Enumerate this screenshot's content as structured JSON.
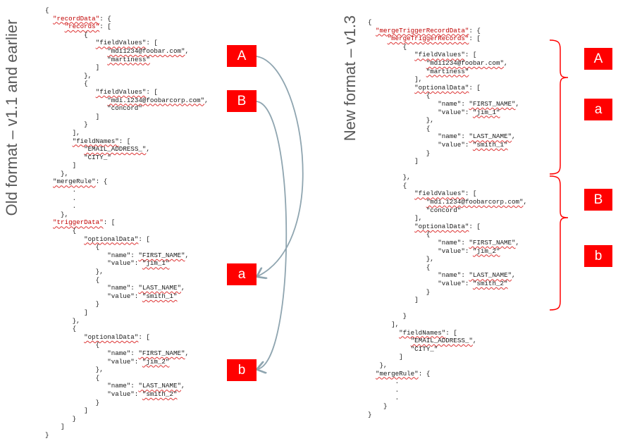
{
  "left_title": "Old format – v1.1 and earlier",
  "right_title": "New format – v1.3",
  "left_code": [
    {
      "pre": "{",
      "key": ""
    },
    {
      "pre": "  ",
      "key": "\"recordData\"",
      "post": ": {",
      "red": true
    },
    {
      "pre": "     ",
      "key": "\"records\"",
      "post": ": [",
      "red": true
    },
    {
      "pre": "          {",
      "key": ""
    },
    {
      "pre": "             ",
      "key": "\"fieldValues\"",
      "post": ": ["
    },
    {
      "pre": "                ",
      "key": "\"mdi1234@foobar.com\"",
      "post": ","
    },
    {
      "pre": "                ",
      "key": "\"martiness\"",
      "post": ""
    },
    {
      "pre": "             ]",
      "key": ""
    },
    {
      "pre": "          },",
      "key": ""
    },
    {
      "pre": "          {",
      "key": ""
    },
    {
      "pre": "             ",
      "key": "\"fieldValues\"",
      "post": ": ["
    },
    {
      "pre": "                ",
      "key": "\"mdi.1234@foobarcorp.com\"",
      "post": ","
    },
    {
      "pre": "                \"concord\"",
      "key": ""
    },
    {
      "pre": "             ]",
      "key": ""
    },
    {
      "pre": "          }",
      "key": ""
    },
    {
      "pre": "       ],",
      "key": ""
    },
    {
      "pre": "       ",
      "key": "\"fieldNames\"",
      "post": ": ["
    },
    {
      "pre": "          ",
      "key": "\"EMAIL_ADDRESS_\"",
      "post": ","
    },
    {
      "pre": "          \"CITY_\"",
      "key": ""
    },
    {
      "pre": "       ]",
      "key": ""
    },
    {
      "pre": "    },",
      "key": ""
    },
    {
      "pre": "  ",
      "key": "\"mergeRule\"",
      "post": ": {"
    },
    {
      "pre": "       .",
      "key": ""
    },
    {
      "pre": "       .",
      "key": ""
    },
    {
      "pre": "       .",
      "key": ""
    },
    {
      "pre": "    },",
      "key": ""
    },
    {
      "pre": "  ",
      "key": "\"triggerData\"",
      "post": ": [",
      "red": true
    },
    {
      "pre": "       {",
      "key": ""
    },
    {
      "pre": "          ",
      "key": "\"optionalData\"",
      "post": ": ["
    },
    {
      "pre": "             {",
      "key": ""
    },
    {
      "pre": "                \"name\": ",
      "key": "\"FIRST_NAME\"",
      "post": ","
    },
    {
      "pre": "                \"value\": ",
      "key": "\"jim_1\"",
      "post": ""
    },
    {
      "pre": "             },",
      "key": ""
    },
    {
      "pre": "             {",
      "key": ""
    },
    {
      "pre": "                \"name\": ",
      "key": "\"LAST_NAME\"",
      "post": ","
    },
    {
      "pre": "                \"value\": ",
      "key": "\"smith_1\"",
      "post": ""
    },
    {
      "pre": "             }",
      "key": ""
    },
    {
      "pre": "          ]",
      "key": ""
    },
    {
      "pre": "       },",
      "key": ""
    },
    {
      "pre": "       {",
      "key": ""
    },
    {
      "pre": "          ",
      "key": "\"optionalData\"",
      "post": ": ["
    },
    {
      "pre": "             {",
      "key": ""
    },
    {
      "pre": "                \"name\": ",
      "key": "\"FIRST_NAME\"",
      "post": ","
    },
    {
      "pre": "                \"value\": ",
      "key": "\"jim_2\"",
      "post": ""
    },
    {
      "pre": "             },",
      "key": ""
    },
    {
      "pre": "             {",
      "key": ""
    },
    {
      "pre": "                \"name\": ",
      "key": "\"LAST_NAME\"",
      "post": ","
    },
    {
      "pre": "                \"value\": ",
      "key": "\"smith_2\"",
      "post": ""
    },
    {
      "pre": "             }",
      "key": ""
    },
    {
      "pre": "          ]",
      "key": ""
    },
    {
      "pre": "       }",
      "key": ""
    },
    {
      "pre": "    ]",
      "key": ""
    },
    {
      "pre": "}",
      "key": ""
    }
  ],
  "right_code": [
    {
      "pre": "{",
      "key": ""
    },
    {
      "pre": "  ",
      "key": "\"mergeTriggerRecordData\"",
      "post": ": {",
      "red": true
    },
    {
      "pre": "     ",
      "key": "\"mergeTriggerRecords\"",
      "post": ": [",
      "red": true
    },
    {
      "pre": "         {",
      "key": ""
    },
    {
      "pre": "            ",
      "key": "\"fieldValues\"",
      "post": ": ["
    },
    {
      "pre": "               ",
      "key": "\"mdi1234@foobar.com\"",
      "post": ","
    },
    {
      "pre": "               ",
      "key": "\"martiness\"",
      "post": ""
    },
    {
      "pre": "            ],",
      "key": ""
    },
    {
      "pre": "            ",
      "key": "\"optionalData\"",
      "post": ": ["
    },
    {
      "pre": "               {",
      "key": ""
    },
    {
      "pre": "                  \"name\": ",
      "key": "\"FIRST_NAME\"",
      "post": ","
    },
    {
      "pre": "                  \"value\": ",
      "key": "\"jim_1\"",
      "post": ""
    },
    {
      "pre": "               },",
      "key": ""
    },
    {
      "pre": "               {",
      "key": ""
    },
    {
      "pre": "                  \"name\": ",
      "key": "\"LAST_NAME\"",
      "post": ","
    },
    {
      "pre": "                  \"value\": ",
      "key": "\"smith_1\"",
      "post": ""
    },
    {
      "pre": "               }",
      "key": ""
    },
    {
      "pre": "            ]",
      "key": ""
    },
    {
      "pre": "",
      "key": ""
    },
    {
      "pre": "         },",
      "key": ""
    },
    {
      "pre": "         {",
      "key": ""
    },
    {
      "pre": "            ",
      "key": "\"fieldValues\"",
      "post": ": ["
    },
    {
      "pre": "               ",
      "key": "\"mdi.1234@foobarcorp.com\"",
      "post": ","
    },
    {
      "pre": "               \"concord\"",
      "key": ""
    },
    {
      "pre": "            ],",
      "key": ""
    },
    {
      "pre": "            ",
      "key": "\"optionalData\"",
      "post": ": ["
    },
    {
      "pre": "               {",
      "key": ""
    },
    {
      "pre": "                  \"name\": ",
      "key": "\"FIRST_NAME\"",
      "post": ","
    },
    {
      "pre": "                  \"value\": ",
      "key": "\"jim_2\"",
      "post": ""
    },
    {
      "pre": "               },",
      "key": ""
    },
    {
      "pre": "               {",
      "key": ""
    },
    {
      "pre": "                  \"name\": ",
      "key": "\"LAST_NAME\"",
      "post": ","
    },
    {
      "pre": "                  \"value\": ",
      "key": "\"smith_2\"",
      "post": ""
    },
    {
      "pre": "               }",
      "key": ""
    },
    {
      "pre": "            ]",
      "key": ""
    },
    {
      "pre": "",
      "key": ""
    },
    {
      "pre": "         }",
      "key": ""
    },
    {
      "pre": "      ],",
      "key": ""
    },
    {
      "pre": "        ",
      "key": "\"fieldNames\"",
      "post": ": ["
    },
    {
      "pre": "           ",
      "key": "\"EMAIL_ADDRESS_\"",
      "post": ","
    },
    {
      "pre": "           \"CITY_\"",
      "key": ""
    },
    {
      "pre": "        ]",
      "key": ""
    },
    {
      "pre": "   },",
      "key": ""
    },
    {
      "pre": "  ",
      "key": "\"mergeRule\"",
      "post": ": {"
    },
    {
      "pre": "       .",
      "key": ""
    },
    {
      "pre": "       .",
      "key": ""
    },
    {
      "pre": "       .",
      "key": ""
    },
    {
      "pre": "    }",
      "key": ""
    },
    {
      "pre": "}",
      "key": ""
    }
  ],
  "left_labels": {
    "A": "A",
    "B": "B",
    "a": "a",
    "b": "b"
  },
  "right_labels": {
    "A": "A",
    "a": "a",
    "B": "B",
    "b": "b"
  },
  "colors": {
    "box": "#ff0000",
    "arrow": "#8fa5b0",
    "bracket": "#ff0000",
    "key": "#c00000"
  }
}
